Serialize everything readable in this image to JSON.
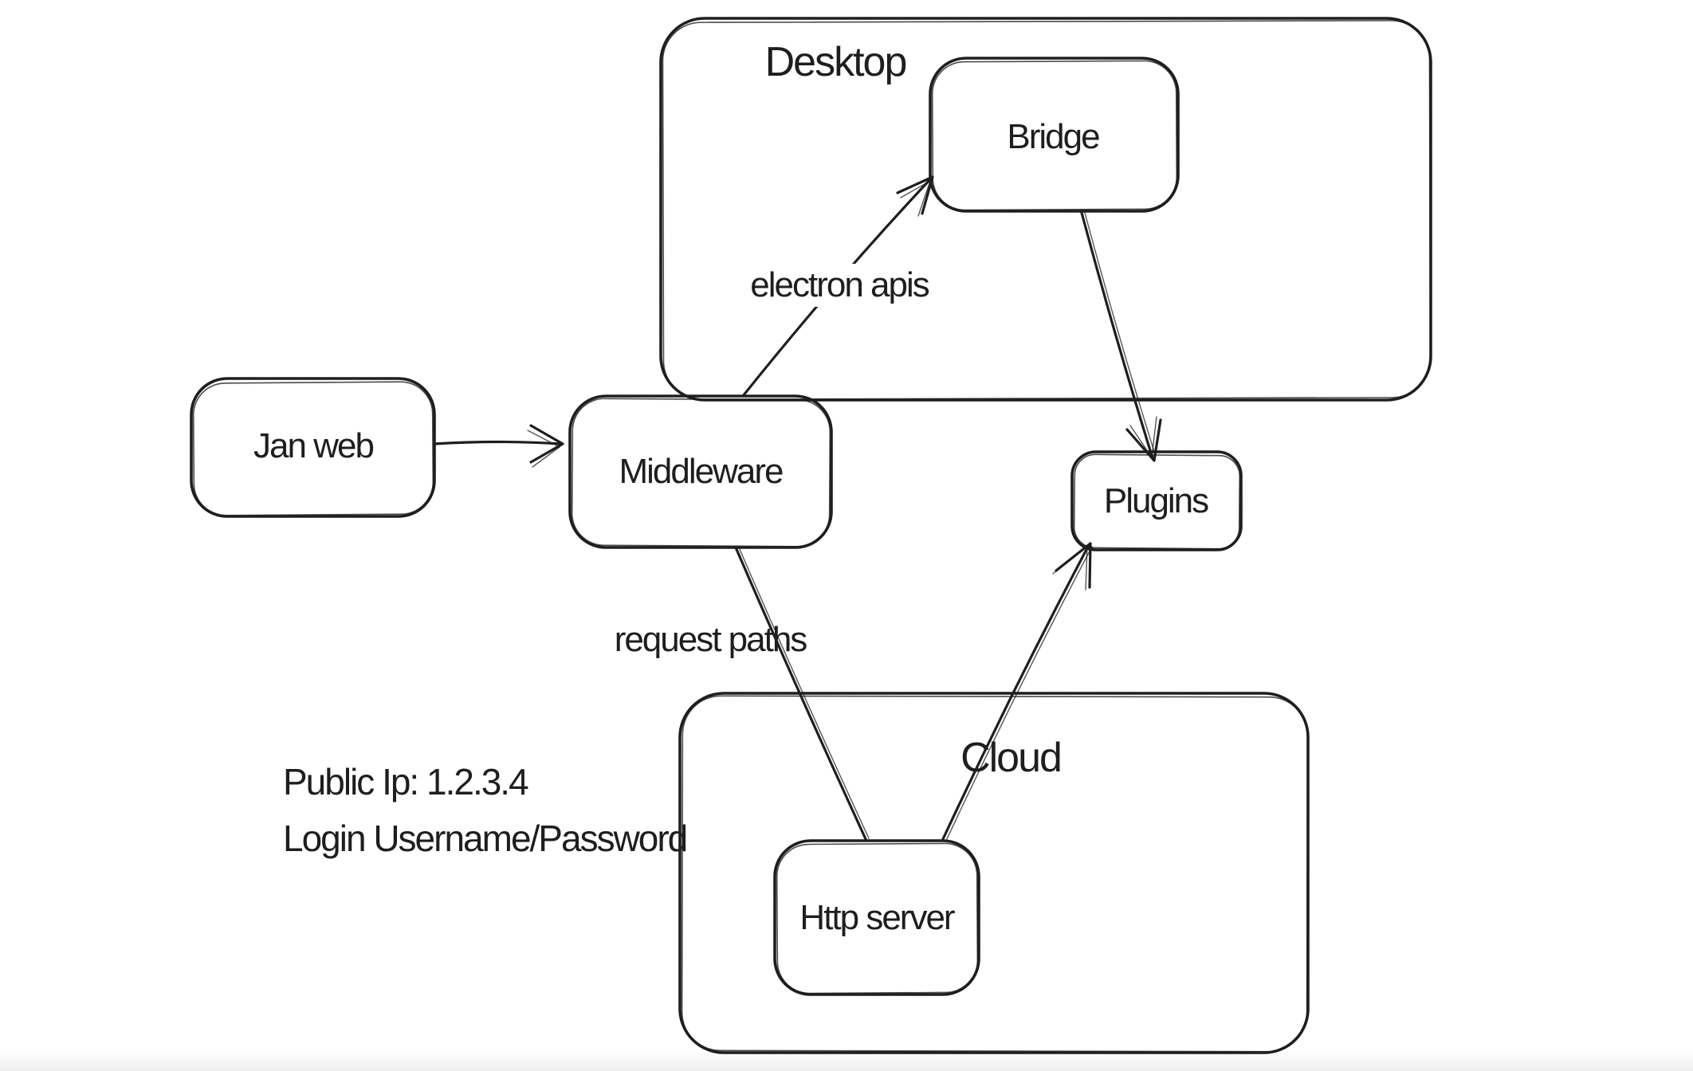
{
  "canvas": {
    "background_color": "#ffffff",
    "stroke_color": "#1e1e1e"
  },
  "diagram": {
    "containers": [
      {
        "id": "desktop",
        "label": "Desktop"
      },
      {
        "id": "cloud",
        "label": "Cloud"
      }
    ],
    "nodes": [
      {
        "id": "jan-web",
        "label": "Jan web"
      },
      {
        "id": "middleware",
        "label": "Middleware"
      },
      {
        "id": "bridge",
        "label": "Bridge"
      },
      {
        "id": "plugins",
        "label": "Plugins"
      },
      {
        "id": "http-server",
        "label": "Http server"
      }
    ],
    "edge_labels": [
      {
        "id": "electron-apis",
        "label": "electron apis"
      },
      {
        "id": "request-paths",
        "label": "request paths"
      }
    ],
    "edges": [
      {
        "from": "jan-web",
        "to": "middleware",
        "arrowhead": true,
        "label": ""
      },
      {
        "from": "middleware",
        "to": "bridge",
        "arrowhead": true,
        "label": "electron apis"
      },
      {
        "from": "bridge",
        "to": "plugins",
        "arrowhead": true,
        "label": ""
      },
      {
        "from": "middleware",
        "to": "http-server",
        "arrowhead": false,
        "label": "request paths"
      },
      {
        "from": "http-server",
        "to": "plugins",
        "arrowhead": true,
        "label": ""
      }
    ],
    "annotations": [
      "Public Ip: 1.2.3.4",
      "Login Username/Password"
    ]
  }
}
